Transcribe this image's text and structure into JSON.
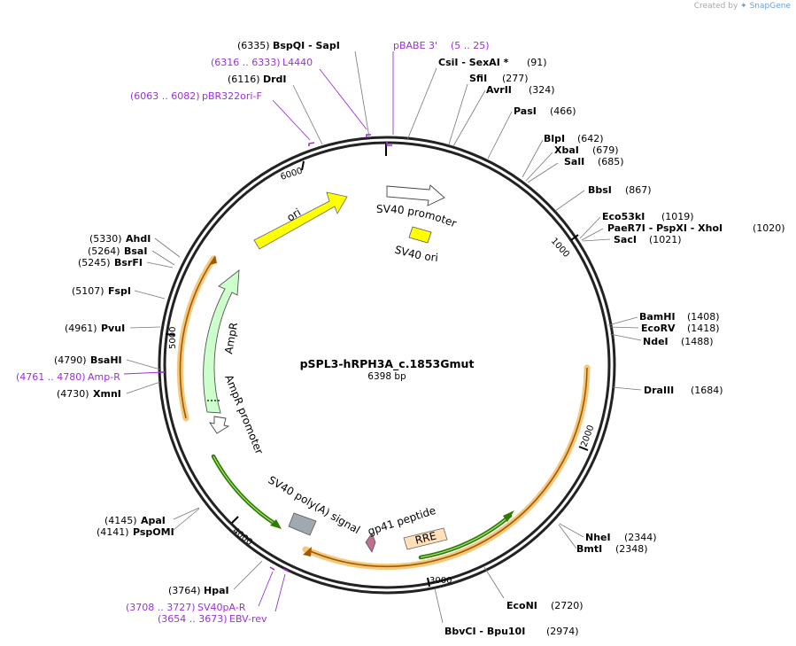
{
  "watermark": {
    "prefix": "Created by",
    "brand": "SnapGene"
  },
  "plasmid": {
    "name": "pSPL3-hRPH3A_c.1853Gmut",
    "size_label": "6398 bp",
    "total_bp": 6398
  },
  "ticks": [
    "1000",
    "2000",
    "3000",
    "4000",
    "5000",
    "6000"
  ],
  "sites": [
    {
      "pos": "(6335)",
      "name": "BspQI  -  SapI"
    },
    {
      "pos": "(6116)",
      "name": "DrdI"
    },
    {
      "pos": "(91)",
      "name": "CsiI  -  SexAI *"
    },
    {
      "pos": "(277)",
      "name": "SfiI"
    },
    {
      "pos": "(324)",
      "name": "AvrII"
    },
    {
      "pos": "(466)",
      "name": "PasI"
    },
    {
      "pos": "(642)",
      "name": "BlpI"
    },
    {
      "pos": "(679)",
      "name": "XbaI"
    },
    {
      "pos": "(685)",
      "name": "SalI"
    },
    {
      "pos": "(867)",
      "name": "BbsI"
    },
    {
      "pos": "(1019)",
      "name": "Eco53kI"
    },
    {
      "pos": "(1020)",
      "name": "PaeR7I  -  PspXI  -  XhoI"
    },
    {
      "pos": "(1021)",
      "name": "SacI"
    },
    {
      "pos": "(1408)",
      "name": "BamHI"
    },
    {
      "pos": "(1418)",
      "name": "EcoRV"
    },
    {
      "pos": "(1488)",
      "name": "NdeI"
    },
    {
      "pos": "(1684)",
      "name": "DraIII"
    },
    {
      "pos": "(2344)",
      "name": "NheI"
    },
    {
      "pos": "(2348)",
      "name": "BmtI"
    },
    {
      "pos": "(2720)",
      "name": "EcoNI"
    },
    {
      "pos": "(2974)",
      "name": "BbvCI  -  Bpu10I"
    },
    {
      "pos": "(3764)",
      "name": "HpaI"
    },
    {
      "pos": "(4145)",
      "name": "ApaI"
    },
    {
      "pos": "(4141)",
      "name": "PspOMI"
    },
    {
      "pos": "(4730)",
      "name": "XmnI"
    },
    {
      "pos": "(4790)",
      "name": "BsaHI"
    },
    {
      "pos": "(4961)",
      "name": "PvuI"
    },
    {
      "pos": "(5107)",
      "name": "FspI"
    },
    {
      "pos": "(5245)",
      "name": "BsrFI"
    },
    {
      "pos": "(5264)",
      "name": "BsaI"
    },
    {
      "pos": "(5330)",
      "name": "AhdI"
    }
  ],
  "primers": [
    {
      "range": "(6316 .. 6333)",
      "name": "L4440"
    },
    {
      "range": "(6063 .. 6082)",
      "name": "pBR322ori-F"
    },
    {
      "name": "pBABE 3'",
      "range": "(5 .. 25)"
    },
    {
      "range": "(4761 .. 4780)",
      "name": "Amp-R"
    },
    {
      "range": "(3708 .. 3727)",
      "name": "SV40pA-R"
    },
    {
      "range": "(3654 .. 3673)",
      "name": "EBV-rev"
    }
  ],
  "features": {
    "ori": "ori",
    "sv40_promoter": "SV40 promoter",
    "sv40_ori": "SV40 ori",
    "ampr": "AmpR",
    "ampr_promoter": "AmpR promoter",
    "sv40_polya": "SV40 poly(A) signal",
    "gp41": "gp41 peptide",
    "rre": "RRE"
  },
  "colors": {
    "backbone": "#222222",
    "ori": "#ffff00",
    "ampr": "#ccffcc",
    "orf_highlight": "#f5c77a",
    "orf_line": "#a05a00",
    "green_feature": "#2e7d00",
    "rre": "#ffe0b8",
    "gp41": "#c07090",
    "polya": "#a0a8b0",
    "primer": "#9b30d9"
  }
}
